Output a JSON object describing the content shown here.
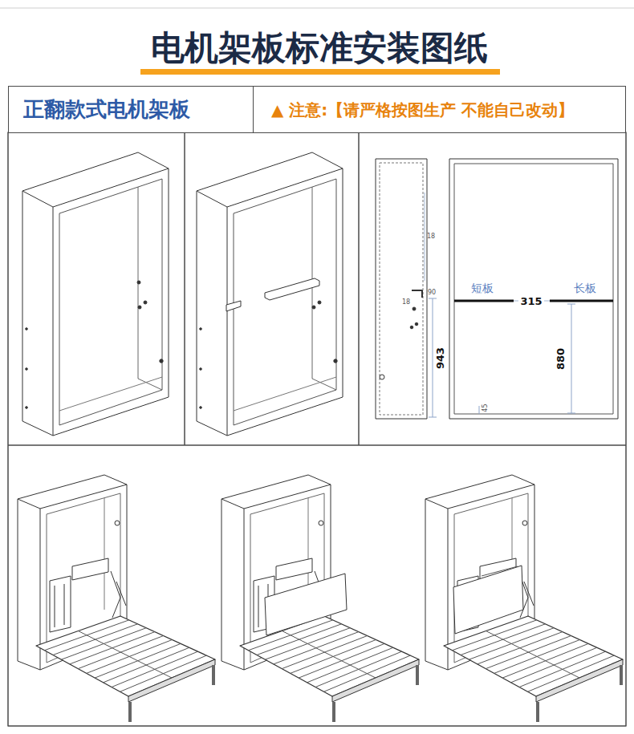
{
  "diagram": {
    "title": "电机架板标准安装图纸",
    "nodes": [
      {
        "text": [
          "正翻款式电机架板"
        ]
      },
      {
        "text": [
          "▲ 注意:【请严格按图生产 不能自己改动】"
        ]
      }
    ],
    "labels": [
      "18",
      "90",
      "18",
      "943",
      "短板",
      "315",
      "长板",
      "880",
      "45"
    ]
  }
}
